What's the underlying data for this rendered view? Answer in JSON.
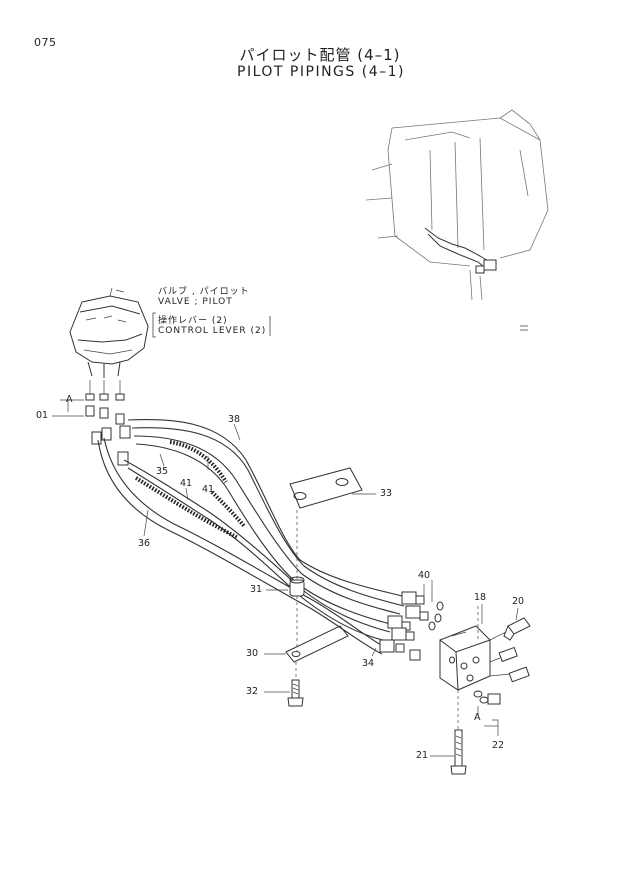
{
  "page_number": "075",
  "title_ja": "パイロット配管 (4–1)",
  "title_en": "PILOT PIPINGS (4–1)",
  "note": {
    "line1": "バルブ , パイロット",
    "line2": "VALVE ; PILOT",
    "line3": "操作レバー (2)",
    "line4": "CONTROL LEVER (2)"
  },
  "labels": {
    "p01": "01",
    "a_top": "A",
    "p38": "38",
    "p35": "35",
    "p41a": "41",
    "p41b": "41",
    "p33": "33",
    "p36": "36",
    "p40": "40",
    "p31": "31",
    "p18": "18",
    "p20": "20",
    "p30": "30",
    "p34": "34",
    "p32": "32",
    "a_bottom": "A",
    "p22": "22",
    "p21": "21"
  },
  "inset_mark": "="
}
